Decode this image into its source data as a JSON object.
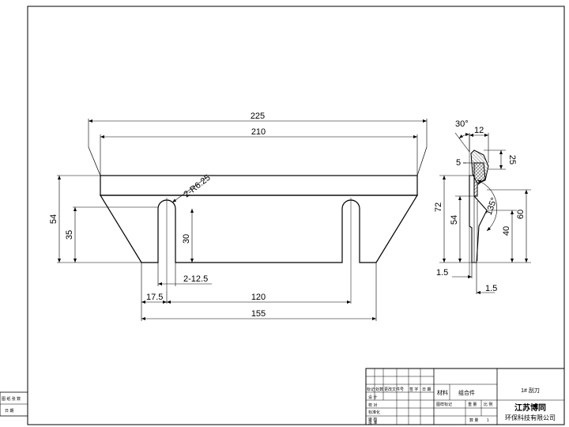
{
  "front_view": {
    "dim_225": "225",
    "dim_210": "210",
    "dim_r": "2-R6.25",
    "dim_54": "54",
    "dim_35": "35",
    "dim_30": "30",
    "dim_2_12_5": "2-12.5",
    "dim_17_5": "17.5",
    "dim_120": "120",
    "dim_155": "155"
  },
  "side_view": {
    "dim_30deg": "30°",
    "dim_12": "12",
    "dim_5": "5",
    "dim_25": "25",
    "dim_72": "72",
    "dim_54": "54",
    "dim_135deg": "135°",
    "dim_60": "60",
    "dim_40": "40",
    "dim_1_5_left": "1.5",
    "dim_1_5_right": "1.5"
  },
  "title_block": {
    "material_label": "材料",
    "material_value": "组合件",
    "part_name": "1# 刮刀",
    "company_line1": "江苏博同",
    "company_line2": "环保科技有限公司",
    "rev_headers": [
      "标记",
      "处数",
      "更改文件号",
      "签 字",
      "日 期"
    ],
    "sign_rows": [
      "设 计",
      "校 对",
      "标准化",
      "审 核",
      "批 准"
    ],
    "stage_label": "图样标记",
    "weight_label": "重 量",
    "scale_label": "比 例",
    "count_label": "数 量",
    "count_value": "1",
    "side_label_1": "图 纸 张 数",
    "side_label_2": "日 期"
  }
}
